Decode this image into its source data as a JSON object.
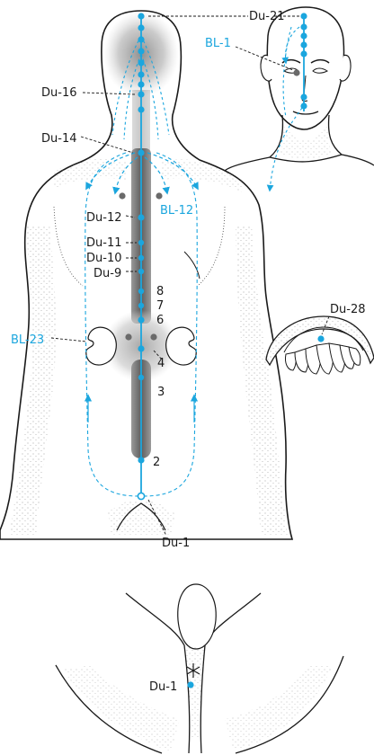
{
  "colors": {
    "meridian": "#1ba6de",
    "black_point": "#6a6a6a",
    "outline": "#1a1a1a",
    "glow": "#9a9a9a"
  },
  "labels": {
    "du21": "Du-21",
    "bl1": "BL-1",
    "du16": "Du-16",
    "du14": "Du-14",
    "du12": "Du-12",
    "bl12": "BL-12",
    "du11": "Du-11",
    "du10": "Du-10",
    "du9": "Du-9",
    "n8": "8",
    "n7": "7",
    "n6": "6",
    "du28": "Du-28",
    "bl23": "BL-23",
    "n4": "4",
    "n3": "3",
    "n2": "2",
    "du1_back": "Du-1",
    "du1_perineum": "Du-1"
  }
}
